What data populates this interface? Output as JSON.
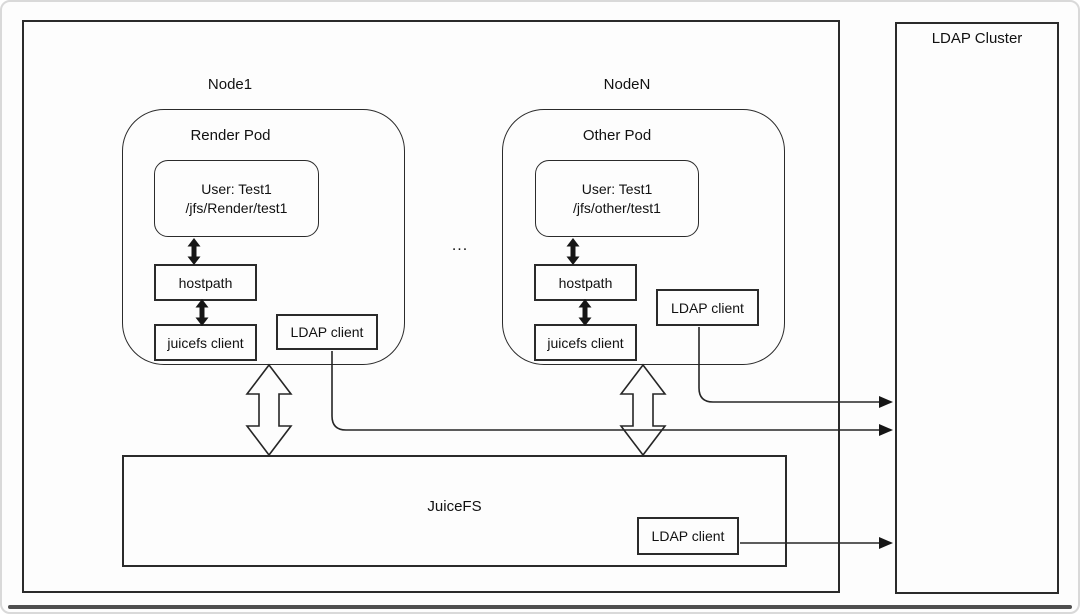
{
  "colors": {
    "line": "#2b2b2b",
    "text": "#111111",
    "background": "#fdfdfd",
    "bottom_bar": "#4f4f4f"
  },
  "cluster_box": {
    "nodes": [
      {
        "name": "Node1",
        "pod_title": "Render Pod",
        "user_line1": "User: Test1",
        "user_line2": "/jfs/Render/test1",
        "hostpath_label": "hostpath",
        "juicefs_client_label": "juicefs client",
        "ldap_client_label": "LDAP client"
      },
      {
        "name": "NodeN",
        "pod_title": "Other Pod",
        "user_line1": "User: Test1",
        "user_line2": "/jfs/other/test1",
        "hostpath_label": "hostpath",
        "juicefs_client_label": "juicefs client",
        "ldap_client_label": "LDAP client"
      }
    ],
    "ellipsis": "...",
    "juicefs": {
      "label": "JuiceFS",
      "ldap_client_label": "LDAP client"
    }
  },
  "ldap_cluster": {
    "title": "LDAP Cluster"
  }
}
